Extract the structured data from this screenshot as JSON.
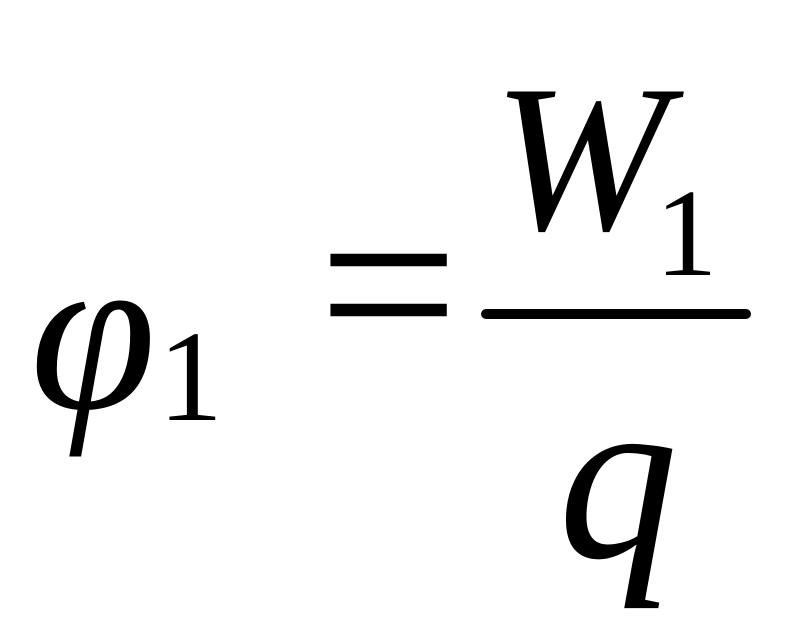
{
  "formula": {
    "lhs_symbol": "φ",
    "lhs_subscript": "1",
    "operator": "=",
    "numerator_symbol": "W",
    "numerator_subscript": "1",
    "denominator_symbol": "q"
  },
  "colors": {
    "background": "#ffffff",
    "ink": "#000000"
  }
}
